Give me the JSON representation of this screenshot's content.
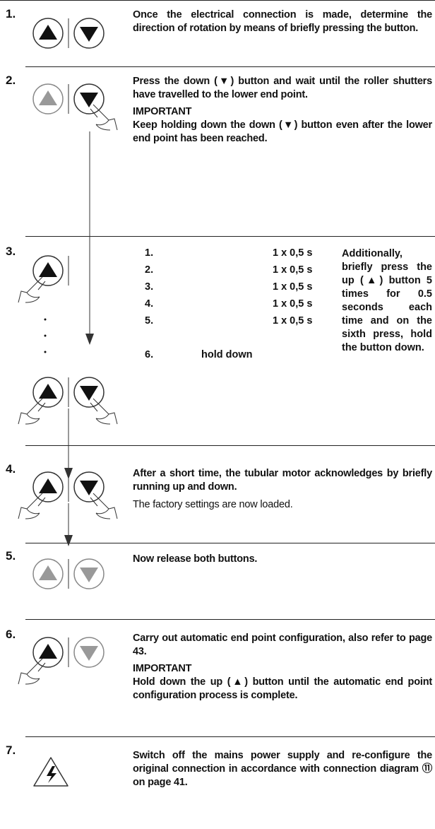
{
  "steps": [
    {
      "n": "1.",
      "text": "Once the electrical connection is made, determine the direction of rotation by means of briefly pressing the button."
    },
    {
      "n": "2.",
      "text": "Press the down (▼) button and wait until the roller shutters have travelled to the lower end point.",
      "important": "IMPORTANT",
      "note": "Keep holding down the down (▼) button even after the lower end point has been reached."
    },
    {
      "n": "3.",
      "seq": [
        [
          "1.",
          "1 x 0,5 s"
        ],
        [
          "2.",
          "1 x 0,5 s"
        ],
        [
          "3.",
          "1 x 0,5 s"
        ],
        [
          "4.",
          "1 x 0,5 s"
        ],
        [
          "5.",
          "1 x 0,5 s"
        ],
        [
          "6.",
          "hold down"
        ]
      ],
      "text": "Additionally, briefly press the up (▲) button 5 times for 0.5 seconds each time and on the sixth press, hold the button down."
    },
    {
      "n": "4.",
      "text": "After a short time, the tubular motor acknowledges by briefly running up and down.",
      "note": "The factory settings are now loaded."
    },
    {
      "n": "5.",
      "text": "Now release both buttons."
    },
    {
      "n": "6.",
      "text": "Carry out automatic end point configuration, also refer to page 43.",
      "important": "IMPORTANT",
      "note": "Hold down the up (▲) button until the automatic end point configuration process is complete."
    },
    {
      "n": "7.",
      "text": "Switch off the mains power supply and re-configure the original connection in accordance with connection diagram ⑪ on page 41."
    }
  ]
}
